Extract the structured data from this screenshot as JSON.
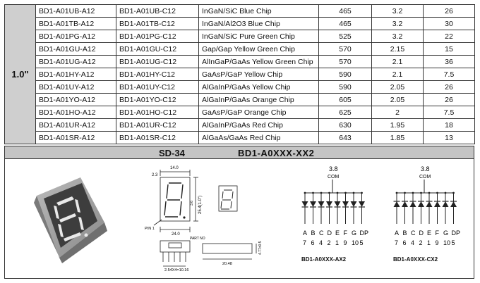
{
  "size_label": "1.0\"",
  "rows": [
    {
      "anode": "BD1-A01UB-A12",
      "cathode": "BD1-A01UB-C12",
      "chip": "InGaN/SiC  Blue Chip",
      "wavelength": "465",
      "vf": "3.2",
      "iv": "26"
    },
    {
      "anode": "BD1-A01TB-A12",
      "cathode": "BD1-A01TB-C12",
      "chip": "InGaN/Al2O3 Blue Chip",
      "wavelength": "465",
      "vf": "3.2",
      "iv": "30"
    },
    {
      "anode": "BD1-A01PG-A12",
      "cathode": "BD1-A01PG-C12",
      "chip": "InGaN/SiC Pure Green Chip",
      "wavelength": "525",
      "vf": "3.2",
      "iv": "22"
    },
    {
      "anode": "BD1-A01GU-A12",
      "cathode": "BD1-A01GU-C12",
      "chip": "Gap/Gap Yellow Green  Chip",
      "wavelength": "570",
      "vf": "2.15",
      "iv": "15"
    },
    {
      "anode": "BD1-A01UG-A12",
      "cathode": "BD1-A01UG-C12",
      "chip": "AlInGaP/GaAs Yellow Green Chip",
      "wavelength": "570",
      "vf": "2.1",
      "iv": "36"
    },
    {
      "anode": "BD1-A01HY-A12",
      "cathode": "BD1-A01HY-C12",
      "chip": "GaAsP/GaP Yellow  Chip",
      "wavelength": "590",
      "vf": "2.1",
      "iv": "7.5"
    },
    {
      "anode": "BD1-A01UY-A12",
      "cathode": "BD1-A01UY-C12",
      "chip": "AlGaInP/GaAs Yellow  Chip",
      "wavelength": "590",
      "vf": "2.05",
      "iv": "26"
    },
    {
      "anode": "BD1-A01YO-A12",
      "cathode": "BD1-A01YO-C12",
      "chip": "AlGaInP/GaAs Orange  Chip",
      "wavelength": "605",
      "vf": "2.05",
      "iv": "26"
    },
    {
      "anode": "BD1-A01HO-A12",
      "cathode": "BD1-A01HO-C12",
      "chip": "GaAsP/GaP Orange  Chip",
      "wavelength": "625",
      "vf": "2",
      "iv": "7.5"
    },
    {
      "anode": "BD1-A01UR-A12",
      "cathode": "BD1-A01UR-C12",
      "chip": "AlGaInP/GaAs Red  Chip",
      "wavelength": "630",
      "vf": "1.95",
      "iv": "18"
    },
    {
      "anode": "BD1-A01SR-A12",
      "cathode": "BD1-A01SR-C12",
      "chip": "AlGaAs/GaAs Red Chip",
      "wavelength": "643",
      "vf": "1.85",
      "iv": "13"
    }
  ],
  "band": {
    "model": "SD-34",
    "series": "BD1-A0XXX-XX2"
  },
  "drawing": {
    "dim_top": "14.0",
    "dim_small": "2.3",
    "dim_height": "25.4(1.0\")",
    "dim_side": "3.6",
    "dim_width": "24.0",
    "pin_label": "PIN 1",
    "part_no": "PART NO",
    "dim_pitch": "2.54X4=10.16",
    "dim_depth": "20.48",
    "dim_lead": "4.77±0.5"
  },
  "circuit_ax": {
    "common_pins": "3.8",
    "common_label": "COM",
    "segments": [
      "A",
      "B",
      "C",
      "D",
      "E",
      "F",
      "G",
      "DP"
    ],
    "pins": [
      "7",
      "6",
      "4",
      "2",
      "1",
      "9",
      "10",
      "5"
    ],
    "caption": "BD1-A0XXX-AX2"
  },
  "circuit_cx": {
    "common_pins": "3.8",
    "common_label": "COM",
    "segments": [
      "A",
      "B",
      "C",
      "D",
      "E",
      "F",
      "G",
      "DP"
    ],
    "pins": [
      "7",
      "6",
      "4",
      "2",
      "1",
      "9",
      "10",
      "5"
    ],
    "caption": "BD1-A0XXX-CX2"
  }
}
